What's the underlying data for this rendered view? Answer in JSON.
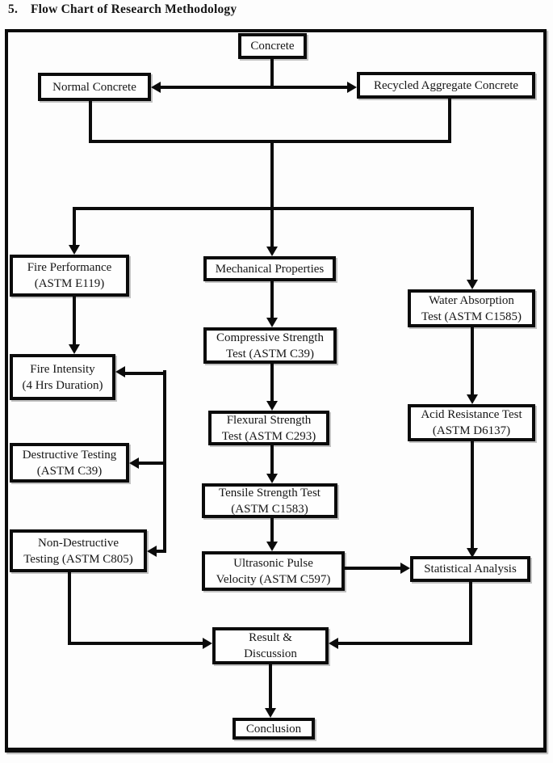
{
  "title": {
    "number": "5.",
    "text": "Flow Chart of Research Methodology"
  },
  "colors": {
    "ink": "#0b0b0b",
    "paper": "#fdfdfd"
  },
  "nodes": {
    "concrete": "Concrete",
    "normal_concrete": "Normal Concrete",
    "recycled_aggregate_concrete": "Recycled Aggregate Concrete",
    "fire_performance": "Fire Performance\n(ASTM E119)",
    "mechanical_properties": "Mechanical Properties",
    "water_absorption": "Water Absorption\nTest (ASTM C1585)",
    "fire_intensity": "Fire Intensity\n(4 Hrs Duration)",
    "compressive_strength": "Compressive Strength\nTest (ASTM C39)",
    "acid_resistance": "Acid Resistance Test\n(ASTM D6137)",
    "destructive_testing": "Destructive Testing\n(ASTM C39)",
    "flexural_strength": "Flexural Strength\nTest (ASTM C293)",
    "tensile_strength": "Tensile Strength Test\n(ASTM C1583)",
    "non_destructive_testing": "Non-Destructive\nTesting (ASTM C805)",
    "ultrasonic_pulse": "Ultrasonic Pulse\nVelocity (ASTM C597)",
    "statistical_analysis": "Statistical Analysis",
    "result_discussion": "Result &\nDiscussion",
    "conclusion": "Conclusion"
  },
  "edges": [
    "Concrete -> Normal Concrete",
    "Concrete -> Recycled Aggregate Concrete",
    "Normal Concrete -> merge bar",
    "Recycled Aggregate Concrete -> merge bar",
    "merge bar -> Fire Performance (ASTM E119)",
    "merge bar -> Mechanical Properties",
    "merge bar -> Water Absorption Test (ASTM C1585)",
    "Fire Performance (ASTM E119) -> Fire Intensity (4 Hrs Duration)",
    "branch spine -> Fire Intensity (4 Hrs Duration)",
    "branch spine -> Destructive Testing (ASTM C39)",
    "branch spine -> Non-Destructive Testing (ASTM C805)",
    "Mechanical Properties -> Compressive Strength Test (ASTM C39)",
    "Compressive Strength Test (ASTM C39) -> Flexural Strength Test (ASTM C293)",
    "Flexural Strength Test (ASTM C293) -> Tensile Strength Test (ASTM C1583)",
    "Tensile Strength Test (ASTM C1583) -> Ultrasonic Pulse Velocity (ASTM C597)",
    "Ultrasonic Pulse Velocity (ASTM C597) -> Statistical Analysis",
    "Water Absorption Test (ASTM C1585) -> Acid Resistance Test (ASTM D6137)",
    "Acid Resistance Test (ASTM D6137) -> Statistical Analysis",
    "Non-Destructive Testing (ASTM C805) -> Result & Discussion",
    "Statistical Analysis -> Result & Discussion",
    "Result & Discussion -> Conclusion"
  ]
}
